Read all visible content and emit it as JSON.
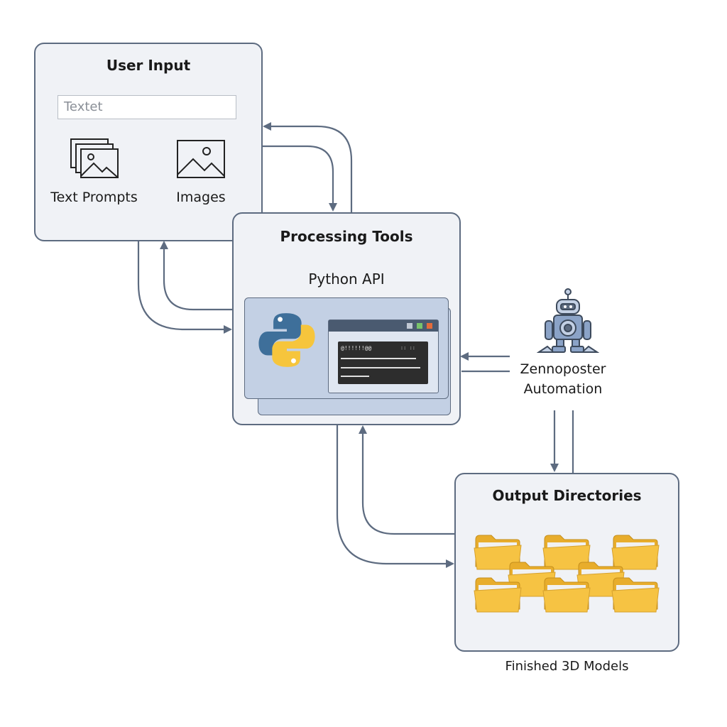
{
  "user_input": {
    "title": "User Input",
    "field_value": "Textet",
    "items": [
      {
        "label": "Text Prompts",
        "icon": "stacked-images-icon"
      },
      {
        "label": "Images",
        "icon": "image-icon"
      }
    ]
  },
  "processing": {
    "title": "Processing Tools",
    "subtitle": "Python API",
    "terminal_text": "@!!!!!!@@",
    "terminal_text_right": "::  ::"
  },
  "automation": {
    "line1": "Zennoposter",
    "line2": "Automation",
    "icon": "robot-icon"
  },
  "output": {
    "title": "Output Directories",
    "caption": "Finished 3D Models",
    "icon": "folder-icon"
  },
  "colors": {
    "panel_bg": "#f0f2f6",
    "border": "#5d6b80",
    "arrow": "#5d6b80",
    "screen_blue": "#c3d0e4",
    "folder_yellow": "#f6c343",
    "python_blue": "#3e6f9a",
    "python_yellow": "#f6c53c"
  }
}
